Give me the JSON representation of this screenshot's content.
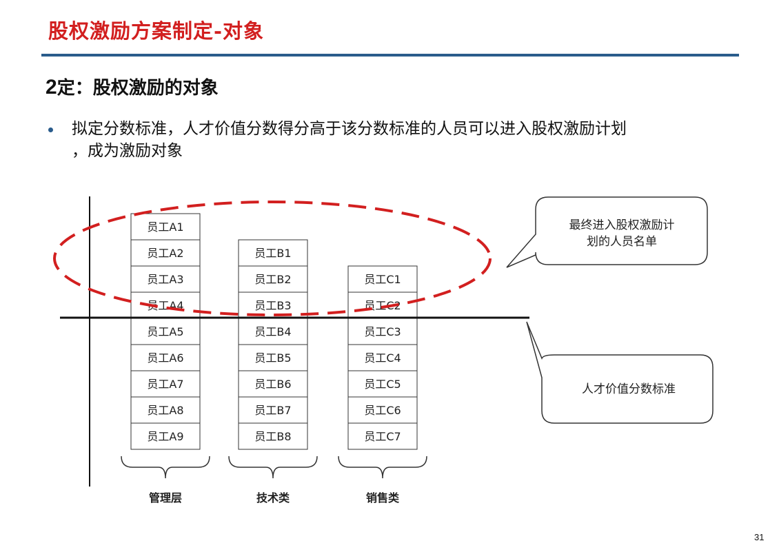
{
  "slide": {
    "title": "股权激励方案制定-对象",
    "heading_number": "2",
    "heading_text": "定：股权激励的对象",
    "bullet_line1": "拟定分数标准，人才价值分数得分高于该分数标准的人员可以进入股权激励计划",
    "bullet_line2": "，成为激励对象",
    "page_number": "31"
  },
  "diagram": {
    "accent_color": "#d21f1f",
    "columns": [
      {
        "label": "管理层",
        "employees": [
          "员工A1",
          "员工A2",
          "员工A3",
          "员工A4",
          "员工A5",
          "员工A6",
          "员工A7",
          "员工A8",
          "员工A9"
        ]
      },
      {
        "label": "技术类",
        "employees": [
          "员工B1",
          "员工B2",
          "员工B3",
          "员工B4",
          "员工B5",
          "员工B6",
          "员工B7",
          "员工B8"
        ]
      },
      {
        "label": "销售类",
        "employees": [
          "员工C1",
          "员工C2",
          "员工C3",
          "员工C4",
          "员工C5",
          "员工C6",
          "员工C7"
        ]
      }
    ],
    "callout_top": {
      "line1": "最终进入股权激励计",
      "line2": "划的人员名单"
    },
    "callout_bottom": {
      "text": "人才价值分数标准"
    }
  }
}
